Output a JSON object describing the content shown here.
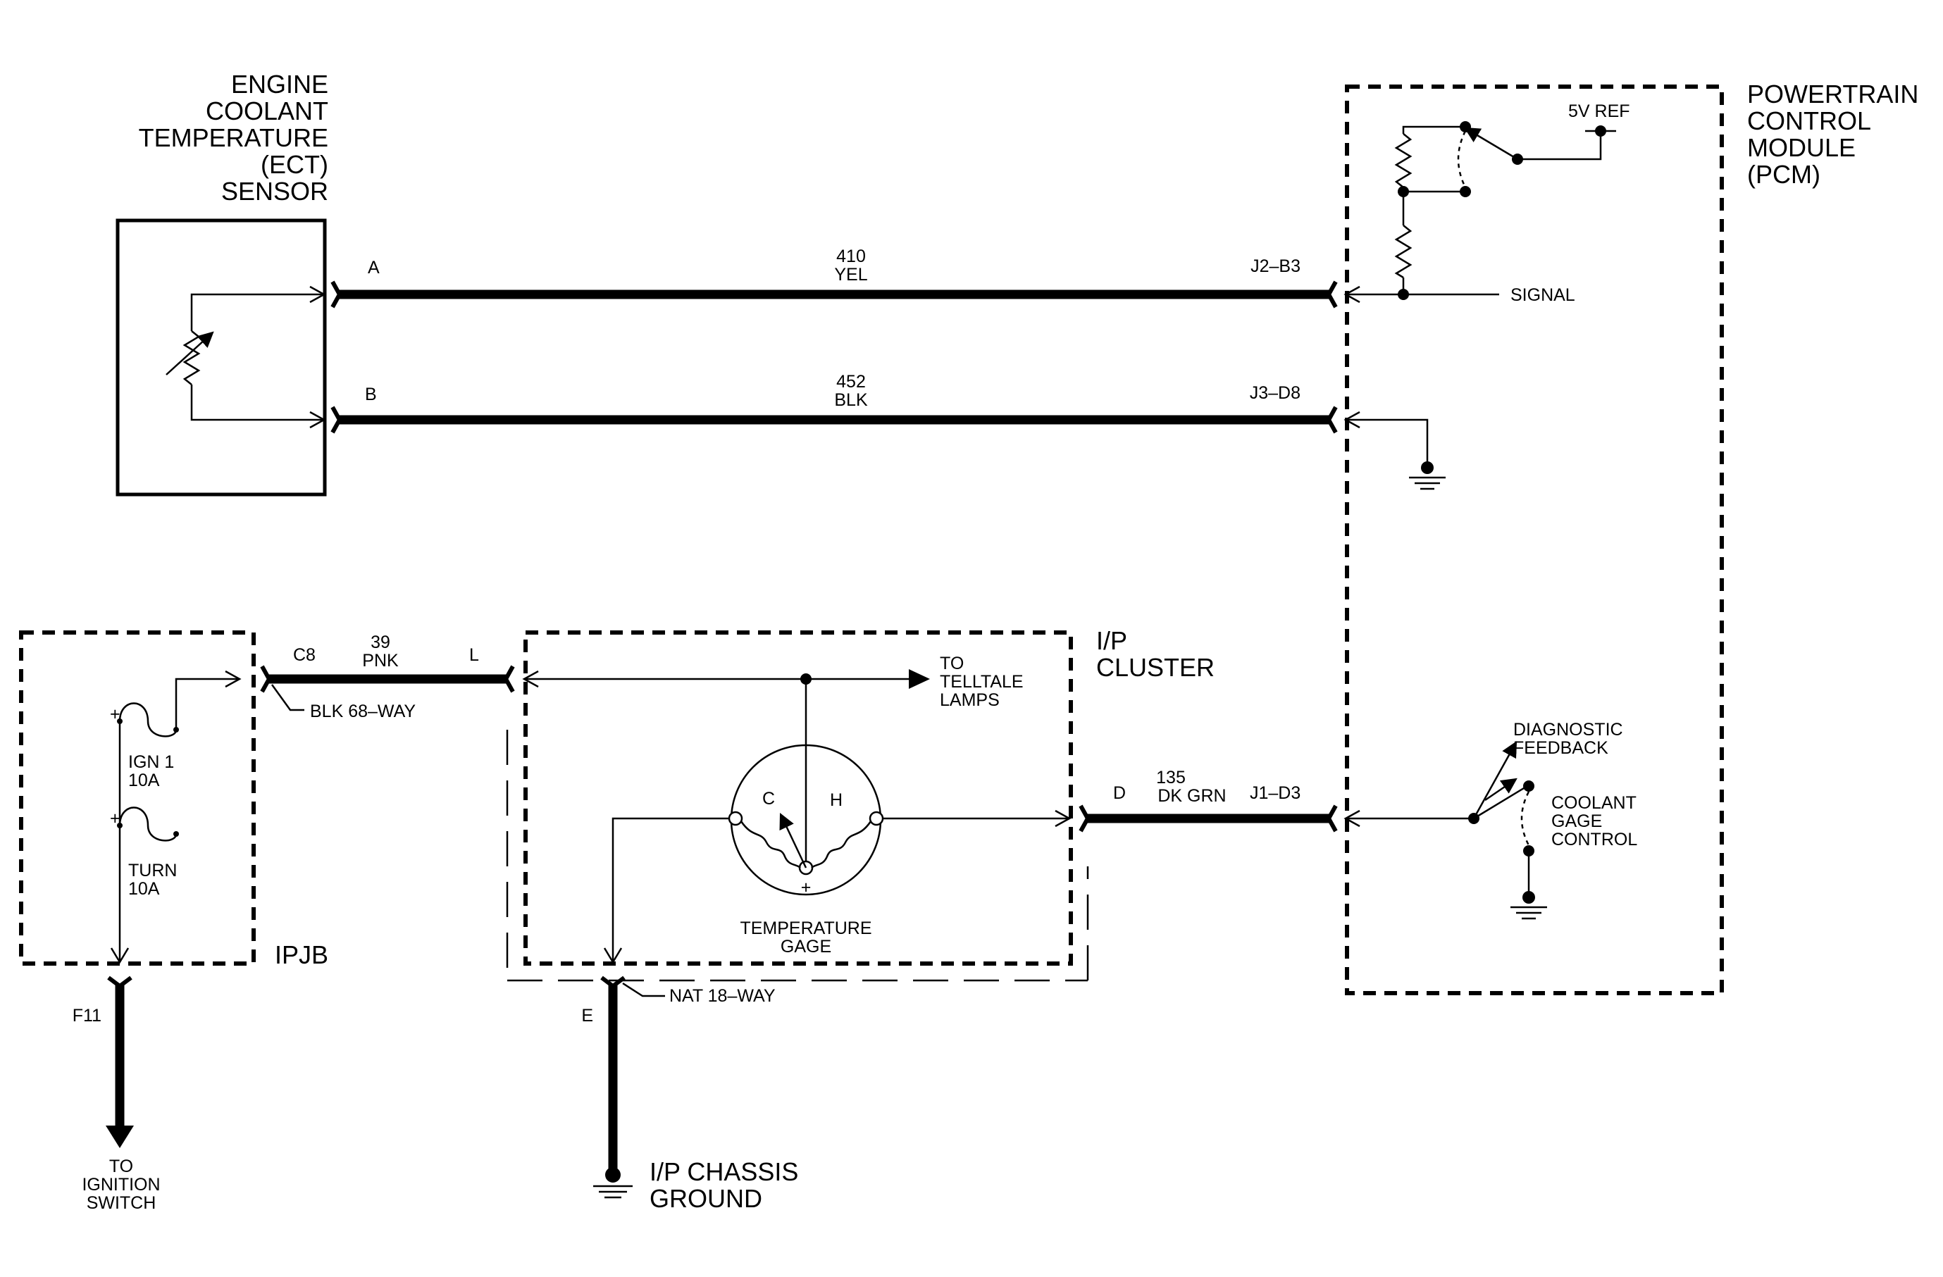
{
  "ect_sensor": {
    "title_lines": [
      "ENGINE",
      "COOLANT",
      "TEMPERATURE",
      "(ECT)",
      "SENSOR"
    ],
    "pin_a": "A",
    "pin_b": "B"
  },
  "pcm": {
    "title_lines": [
      "POWERTRAIN",
      "CONTROL",
      "MODULE",
      "(PCM)"
    ],
    "ref_label": "5V REF",
    "signal_label": "SIGNAL",
    "diag_lines": [
      "DIAGNOSTIC",
      "FEEDBACK"
    ],
    "gage_control_lines": [
      "COOLANT",
      "GAGE",
      "CONTROL"
    ]
  },
  "wires": {
    "w410": {
      "circuit": "410",
      "color": "YEL",
      "pcm_pin": "J2–B3"
    },
    "w452": {
      "circuit": "452",
      "color": "BLK",
      "pcm_pin": "J3–D8"
    },
    "w39": {
      "circuit": "39",
      "color": "PNK",
      "pin_left": "C8",
      "pin_right": "L"
    },
    "w135": {
      "circuit": "135",
      "color": "DK GRN",
      "pin_left": "D",
      "pin_right": "J1–D3"
    }
  },
  "ipjb": {
    "label": "IPJB",
    "connector": "BLK 68–WAY",
    "fuse1_lines": [
      "IGN 1",
      "10A"
    ],
    "fuse2_lines": [
      "TURN",
      "10A"
    ],
    "plus": "+",
    "out_pin": "F11",
    "out_lines": [
      "TO",
      "IGNITION",
      "SWITCH"
    ]
  },
  "cluster": {
    "label_lines": [
      "I/P",
      "CLUSTER"
    ],
    "telltale_lines": [
      "TO",
      "TELLTALE",
      "LAMPS"
    ],
    "gage_lines": [
      "TEMPERATURE",
      "GAGE"
    ],
    "gage_c": "C",
    "gage_h": "H",
    "gage_plus": "+",
    "connector": "NAT  18–WAY",
    "ground_pin": "E",
    "ground_lines": [
      "I/P CHASSIS",
      "GROUND"
    ]
  }
}
